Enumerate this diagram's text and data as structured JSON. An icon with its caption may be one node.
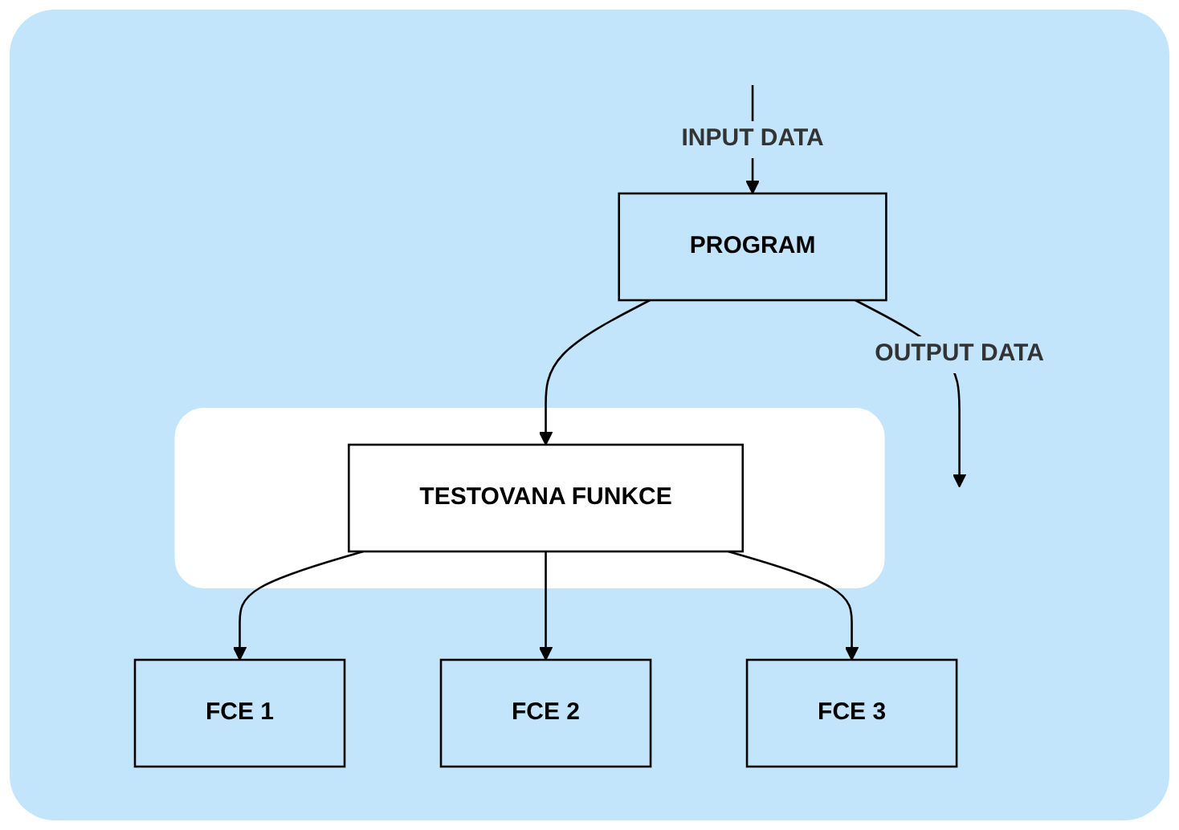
{
  "diagram": {
    "nodes": [
      {
        "text": [
          "PROGRAM"
        ]
      },
      {
        "text": [],
        "shape": "box"
      },
      {
        "text": [
          "TESTOVANA FUNKCE"
        ],
        "in": 1
      },
      {
        "text": [
          "FCE 1"
        ]
      },
      {
        "text": [
          "FCE 2"
        ]
      },
      {
        "text": [
          "FCE 3"
        ]
      }
    ],
    "edges": [
      {
        "from": 0,
        "to": null,
        "arrow": "to",
        "label": "OUTPUT DATA"
      },
      {
        "from": null,
        "to": 0,
        "arrow": "to",
        "label": "INPUT DATA"
      },
      {
        "from": 0,
        "to": 2,
        "arrow": "to"
      },
      {
        "from": 2,
        "to": 3,
        "arrow": "to"
      },
      {
        "from": 2,
        "to": 4,
        "arrow": "to"
      },
      {
        "from": 2,
        "to": 5,
        "arrow": "to"
      }
    ]
  }
}
